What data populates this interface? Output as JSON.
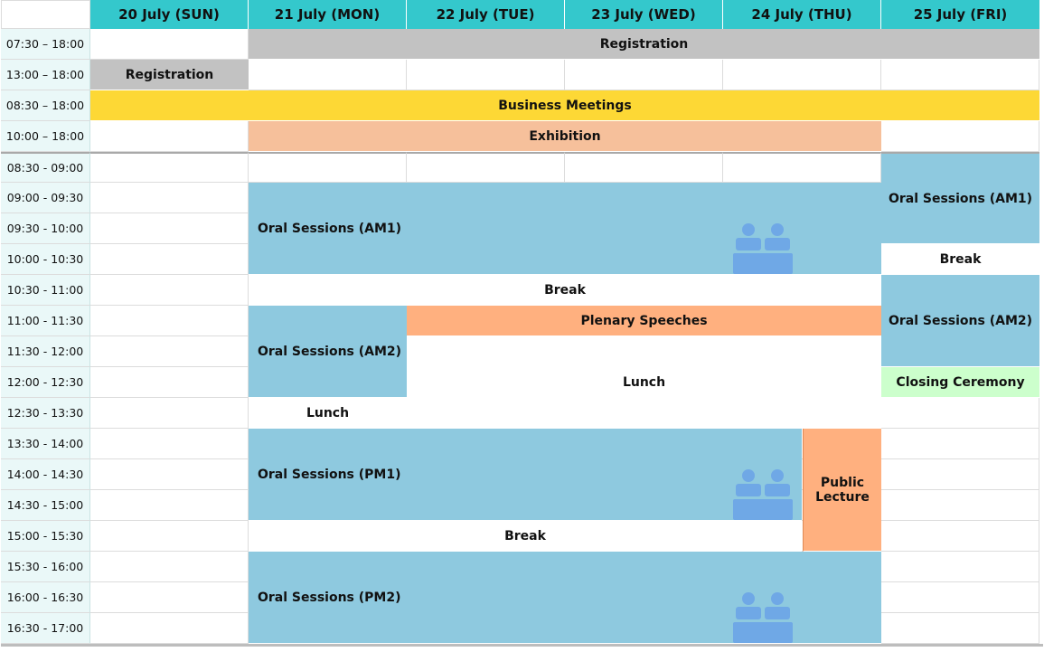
{
  "headers": {
    "days": [
      "20 July (SUN)",
      "21 July (MON)",
      "22 July (TUE)",
      "23 July (WED)",
      "24 July (THU)",
      "25 July (FRI)"
    ]
  },
  "times": [
    "07:30 – 18:00",
    "13:00 – 18:00",
    "08:30 – 18:00",
    "10:00 – 18:00",
    "08:30 - 09:00",
    "09:00 - 09:30",
    "09:30 - 10:00",
    "10:00 - 10:30",
    "10:30 - 11:00",
    "11:00 - 11:30",
    "11:30 - 12:00",
    "12:00 - 12:30",
    "12:30 - 13:30",
    "13:30 - 14:00",
    "14:00 - 14:30",
    "14:30 - 15:00",
    "15:00 - 15:30",
    "15:30 - 16:00",
    "16:00 - 16:30",
    "16:30 - 17:00"
  ],
  "events": {
    "registration_main": "Registration",
    "registration_sun": "Registration",
    "business_meetings": "Business Meetings",
    "exhibition": "Exhibition",
    "oral_am1_main": "Oral Sessions (AM1)",
    "oral_am1_fri": "Oral Sessions (AM1)",
    "break_fri": "Break",
    "break_morning": "Break",
    "oral_am2_mon": "Oral Sessions (AM2)",
    "plenary": "Plenary Speeches",
    "oral_am2_fri": "Oral Sessions (AM2)",
    "lunch_main": "Lunch",
    "closing": "Closing Ceremony",
    "lunch_mon": "Lunch",
    "oral_pm1": "Oral Sessions (PM1)",
    "public_lecture_line1": "Public",
    "public_lecture_line2": "Lecture",
    "break_afternoon": "Break",
    "oral_pm2": "Oral Sessions (PM2)"
  },
  "icons": [
    "audience-icon"
  ],
  "colors": {
    "header": "#34c8cc",
    "registration": "#c2c2c2",
    "business_meetings": "#fdd835",
    "exhibition": "#f6c09b",
    "oral_sessions": "#8ec9df",
    "plenary": "#ffb07f",
    "closing": "#ccffcc",
    "audience_icon": "#6fa8e6"
  }
}
